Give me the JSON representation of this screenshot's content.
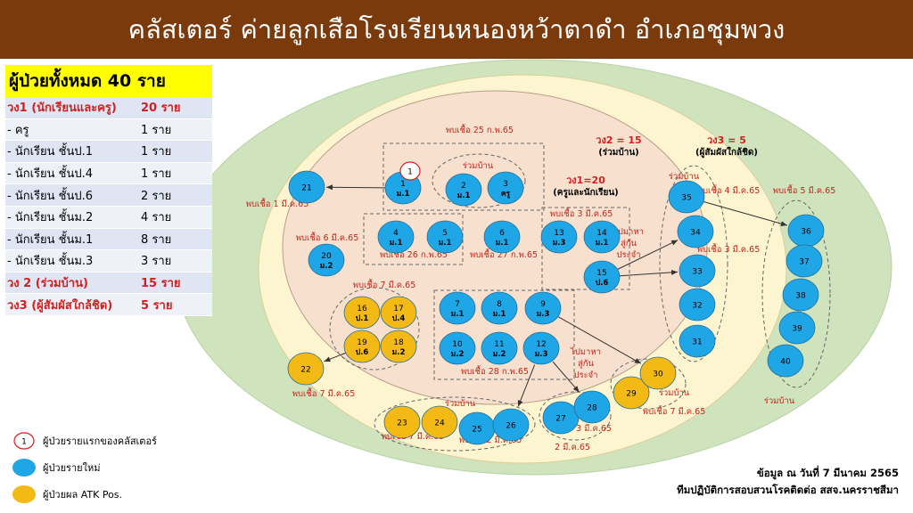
{
  "title": "คลัสเตอร์ ค่ายลูกเสือโรงเรียนหนองหว้าตาดำ อำเภอชุมพวง",
  "stats": {
    "header": "ผู้ป่วยทั้งหมด 40 ราย",
    "rows": [
      {
        "label": "วง1 (นักเรียนและครู)",
        "value": "20 ราย",
        "highlight": true
      },
      {
        "label": "- ครู",
        "value": "1 ราย",
        "highlight": false
      },
      {
        "label": "- นักเรียน ชั้นป.1",
        "value": "1 ราย",
        "highlight": false
      },
      {
        "label": "- นักเรียน ชั้นป.4",
        "value": "1 ราย",
        "highlight": false
      },
      {
        "label": "- นักเรียน ชั้นป.6",
        "value": "2 ราย",
        "highlight": false
      },
      {
        "label": "- นักเรียน ชั้นม.2",
        "value": "4 ราย",
        "highlight": false
      },
      {
        "label": "- นักเรียน ชั้นม.1",
        "value": "8 ราย",
        "highlight": false
      },
      {
        "label": "- นักเรียน ชั้นม.3",
        "value": "3 ราย",
        "highlight": false
      },
      {
        "label": "วง 2 (ร่วมบ้าน)",
        "value": "15 ราย",
        "highlight": true
      },
      {
        "label": "วง3 (ผู้สัมผัสใกล้ชิด)",
        "value": "5 ราย",
        "highlight": true
      }
    ]
  },
  "colors": {
    "blue": "#1ea6e6",
    "orange": "#f3b914",
    "red": "#d21f1f",
    "ring1": "#f7e0cd",
    "ring2": "#fdf5d0",
    "ring3": "#cfe3bd"
  },
  "ring_labels": {
    "ring1_title": "วง1=20",
    "ring1_sub": "(ครูและนักเรียน)",
    "ring2_title": "วง2 = 15",
    "ring2_sub": "(ร่วมบ้าน)",
    "ring3_title": "วง3 = 5",
    "ring3_sub": "(ผู้สัมผัสใกล้ชิด)"
  },
  "notes": {
    "n1": "พบเชื้อ 25 ก.พ.65",
    "n2": "ร่วมบ้าน",
    "n3": "พบเชื้อ 1 มี.ค.65",
    "n4": "พบเชื้อ 3 มี.ค.65",
    "n5": "พบเชื้อ 6 มี.ค.65",
    "n6": "พบเชื้อ 26 ก.พ.65",
    "n7": "พบเชื้อ 27 ก.พ.65",
    "n8": "ไปมาหา",
    "n9": "สู่กัน",
    "n10": "ประจำ",
    "n11": "ร่วมบ้าน",
    "n12": "พบเชื้อ 4 มี.ค.65",
    "n13": "พบเชื้อ 5 มี.ค.65",
    "n14": "พบเชื้อ 3 มี.ค.65",
    "n15": "พบเชื้อ 7 มี.ค.65",
    "n16": "พบเชื้อ 28 ก.พ.65",
    "n17": "ไปมาหา",
    "n18": "สู่กัน",
    "n19": "ประจำ",
    "n20": "พบเชื้อ 7 มี.ค.65",
    "n21": "ร่วมบ้าน",
    "n22": "พบเชื้อ 7 มี.ค.65",
    "n23": "ร่วมบ้าน",
    "n24": "พบเชื้อ 7 มี.ค.65",
    "n25": "พบเชื้อ 2 มี.ค.65",
    "n26": "3 มี.ค.65",
    "n27": "2 มี.ค.65",
    "n28": "ร่วมบ้าน"
  },
  "nodes": [
    {
      "id": "1",
      "grade": "ม.1",
      "color": "blue"
    },
    {
      "id": "2",
      "grade": "ม.1",
      "color": "blue"
    },
    {
      "id": "3",
      "grade": "ครู",
      "color": "blue"
    },
    {
      "id": "4",
      "grade": "ม.1",
      "color": "blue"
    },
    {
      "id": "5",
      "grade": "ม.1",
      "color": "blue"
    },
    {
      "id": "6",
      "grade": "ม.1",
      "color": "blue"
    },
    {
      "id": "7",
      "grade": "ม.1",
      "color": "blue"
    },
    {
      "id": "8",
      "grade": "ม.1",
      "color": "blue"
    },
    {
      "id": "9",
      "grade": "ม.3",
      "color": "blue"
    },
    {
      "id": "10",
      "grade": "ม.2",
      "color": "blue"
    },
    {
      "id": "11",
      "grade": "ม.2",
      "color": "blue"
    },
    {
      "id": "12",
      "grade": "ม.3",
      "color": "blue"
    },
    {
      "id": "13",
      "grade": "ม.3",
      "color": "blue"
    },
    {
      "id": "14",
      "grade": "ม.1",
      "color": "blue"
    },
    {
      "id": "15",
      "grade": "ป.6",
      "color": "blue"
    },
    {
      "id": "16",
      "grade": "ป.1",
      "color": "orange"
    },
    {
      "id": "17",
      "grade": "ป.4",
      "color": "orange"
    },
    {
      "id": "18",
      "grade": "ม.2",
      "color": "orange"
    },
    {
      "id": "19",
      "grade": "ป.6",
      "color": "orange"
    },
    {
      "id": "20",
      "grade": "ม.2",
      "color": "blue"
    },
    {
      "id": "21",
      "grade": "",
      "color": "blue"
    },
    {
      "id": "22",
      "grade": "",
      "color": "orange"
    },
    {
      "id": "23",
      "grade": "",
      "color": "orange"
    },
    {
      "id": "24",
      "grade": "",
      "color": "orange"
    },
    {
      "id": "25",
      "grade": "",
      "color": "blue"
    },
    {
      "id": "26",
      "grade": "",
      "color": "blue"
    },
    {
      "id": "27",
      "grade": "",
      "color": "blue"
    },
    {
      "id": "28",
      "grade": "",
      "color": "blue"
    },
    {
      "id": "29",
      "grade": "",
      "color": "orange"
    },
    {
      "id": "30",
      "grade": "",
      "color": "orange"
    },
    {
      "id": "31",
      "grade": "",
      "color": "blue"
    },
    {
      "id": "32",
      "grade": "",
      "color": "blue"
    },
    {
      "id": "33",
      "grade": "",
      "color": "blue"
    },
    {
      "id": "34",
      "grade": "",
      "color": "blue"
    },
    {
      "id": "35",
      "grade": "",
      "color": "blue"
    },
    {
      "id": "36",
      "grade": "",
      "color": "blue"
    },
    {
      "id": "37",
      "grade": "",
      "color": "blue"
    },
    {
      "id": "38",
      "grade": "",
      "color": "blue"
    },
    {
      "id": "39",
      "grade": "",
      "color": "blue"
    },
    {
      "id": "40",
      "grade": "",
      "color": "blue"
    }
  ],
  "index_case_marker": "1",
  "legend": {
    "index_marker": "1",
    "index_label": "ผู้ป่วยรายแรกของคลัสเตอร์",
    "new_label": "ผู้ป่วยรายใหม่",
    "atk_label": "ผู้ป่วยผล ATK Pos."
  },
  "source": {
    "line1": "ข้อมูล ณ วันที่ 7 มีนาคม 2565",
    "line2": "ทีมปฏิบัติการสอบสวนโรคติดต่อ สสจ.นครราชสีมา"
  }
}
